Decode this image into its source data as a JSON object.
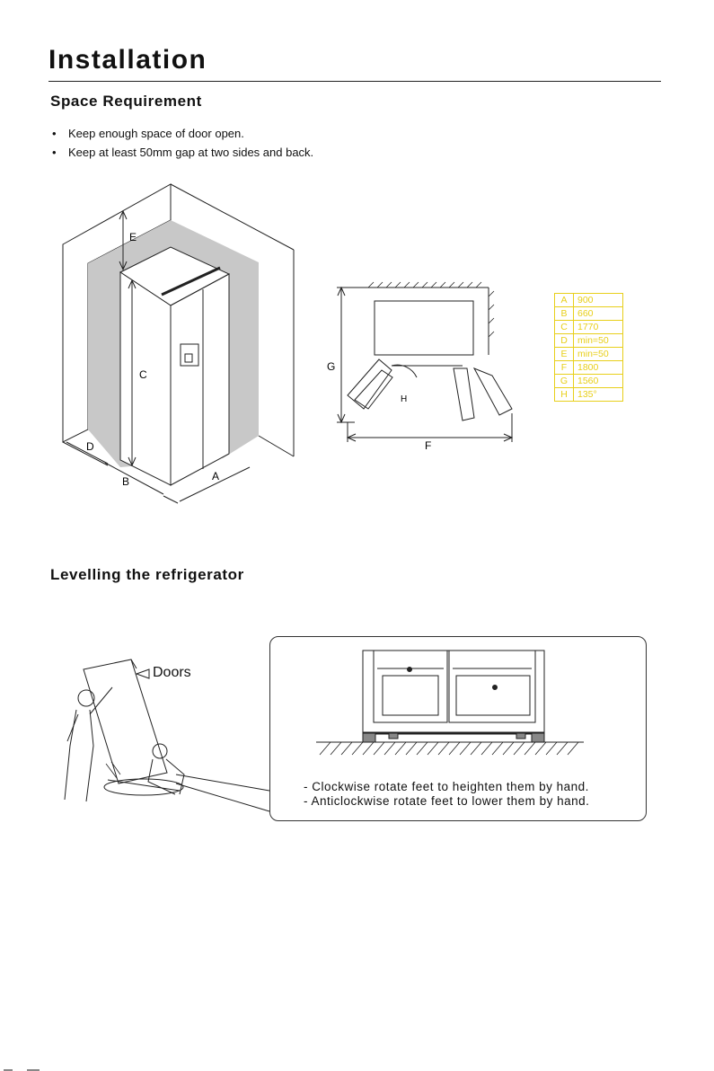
{
  "title": "Installation",
  "space": {
    "heading": "Space Requirement",
    "bullets": [
      "Keep enough space of door open.",
      "Keep at least 50mm gap at two sides and back."
    ]
  },
  "diagram": {
    "labels": {
      "A": "A",
      "B": "B",
      "C": "C",
      "D": "D",
      "E": "E",
      "F": "F",
      "G": "G",
      "H": "H"
    },
    "legend": [
      {
        "key": "A",
        "value": "900"
      },
      {
        "key": "B",
        "value": "660"
      },
      {
        "key": "C",
        "value": "1770"
      },
      {
        "key": "D",
        "value": "min=50"
      },
      {
        "key": "E",
        "value": "min=50"
      },
      {
        "key": "F",
        "value": "1800"
      },
      {
        "key": "G",
        "value": "1560"
      },
      {
        "key": "H",
        "value": "135°"
      }
    ]
  },
  "levelling": {
    "heading": "Levelling the refrigerator",
    "doors_label": "Doors",
    "captions": [
      "- Clockwise rotate feet to heighten them by hand.",
      "- Anticlockwise  rotate feet to lower them by hand."
    ]
  },
  "colors": {
    "legend": "#e8cf1a",
    "shade": "#c8c8c8"
  }
}
